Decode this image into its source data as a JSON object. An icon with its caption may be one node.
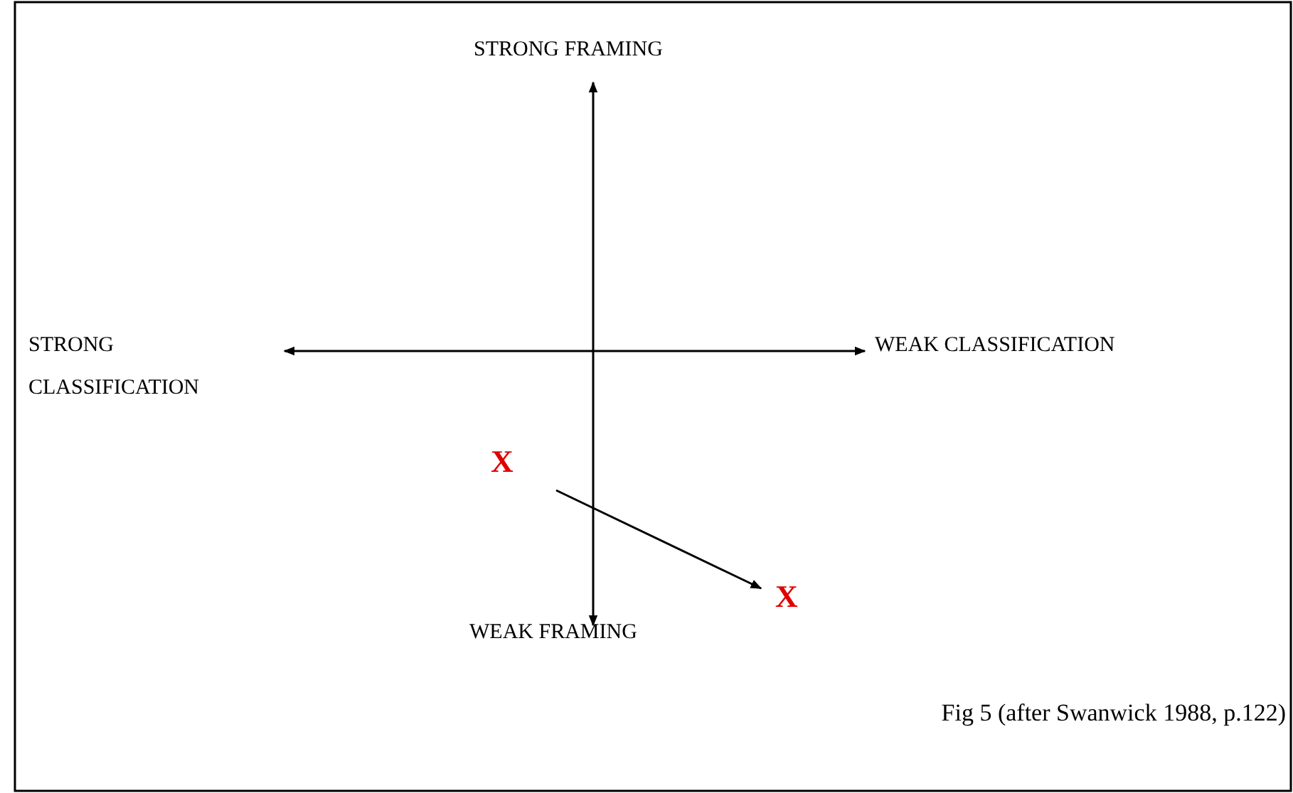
{
  "diagram": {
    "caption": "Fig 5 (after Swanwick 1988, p.122)",
    "nodes": [
      {
        "text": [
          "X"
        ]
      },
      {
        "text": [
          "X"
        ]
      }
    ],
    "edges": [
      {
        "from": 0,
        "to": 1,
        "arrow": "to"
      }
    ],
    "labels": [
      "STRONG FRAMING",
      "STRONG CLASSIFICATION",
      "WEAK CLASSIFICATION",
      "WEAK FRAMING"
    ]
  }
}
